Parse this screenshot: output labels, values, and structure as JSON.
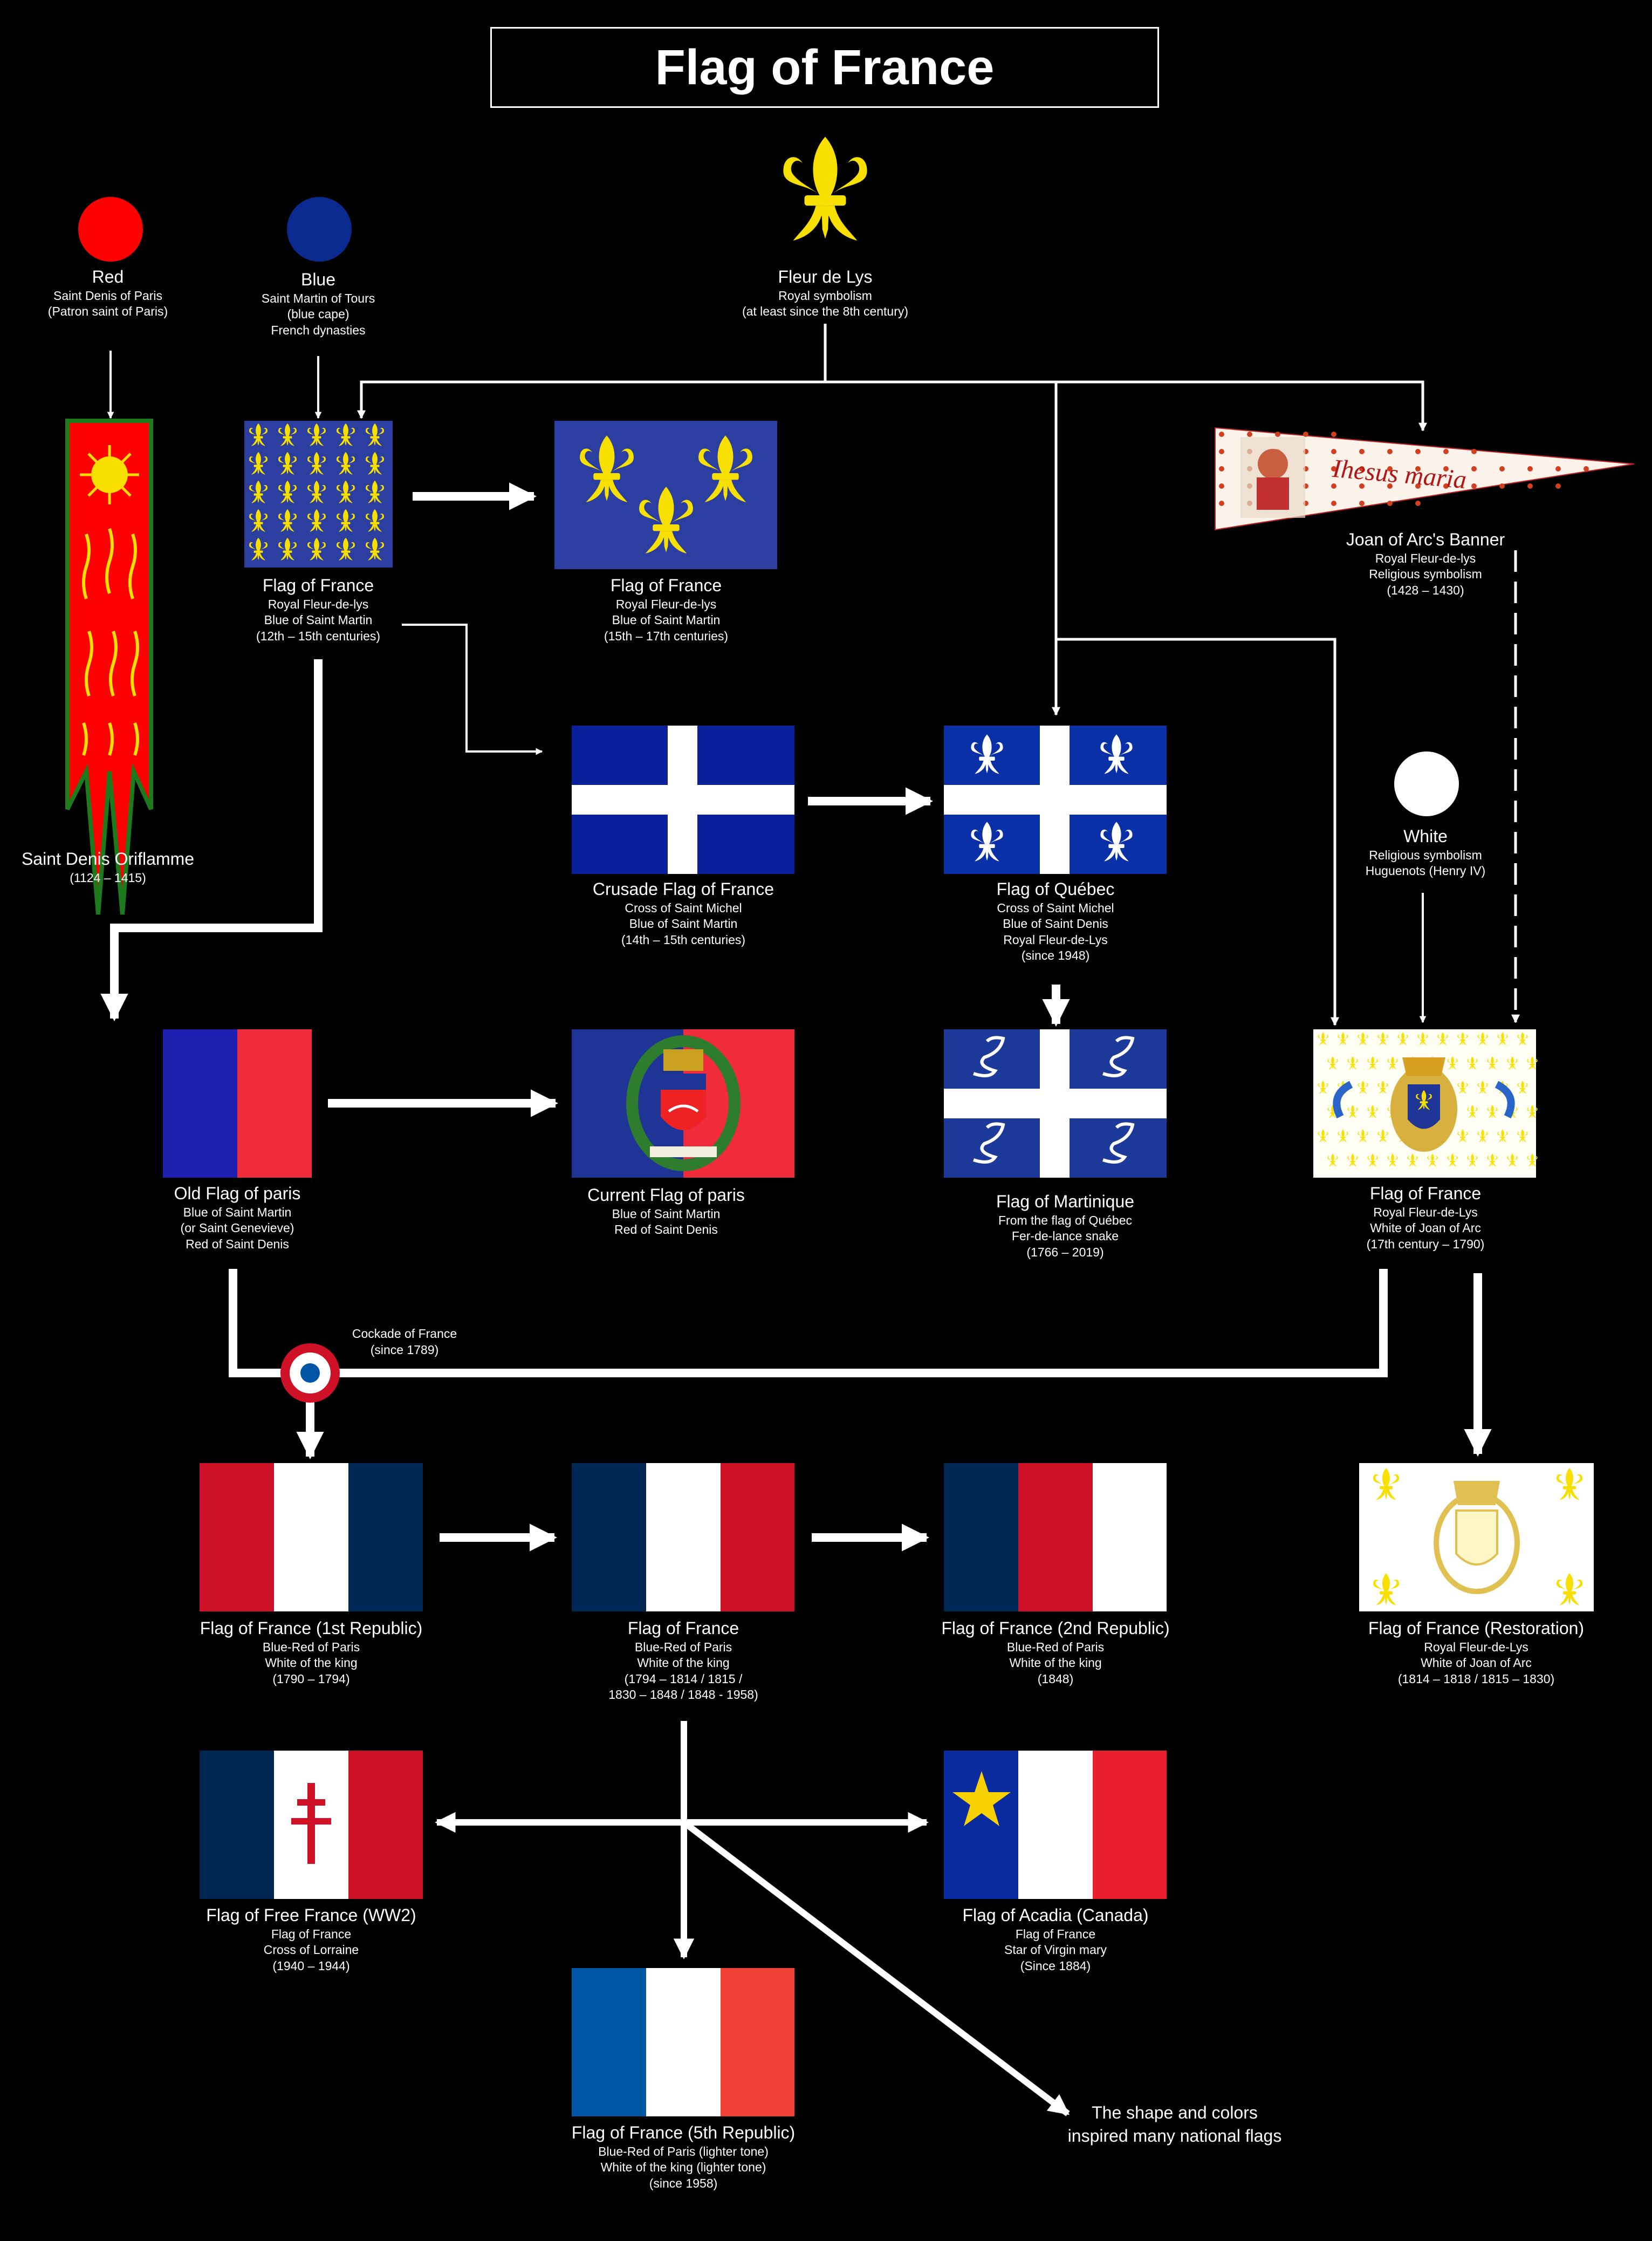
{
  "title": "Flag of France",
  "colors": {
    "background": "#000000",
    "french_blue": "#002654",
    "french_red": "#ce1126",
    "lighter_blue": "#0055a4",
    "lighter_red": "#ef4135",
    "royal_blue": "#2c3ea0",
    "paris_blue": "#1f3596",
    "quebec_blue": "#0a30a8",
    "gold": "#f7e000",
    "white": "#ffffff",
    "line": "#ffffff"
  },
  "nodes": {
    "red": {
      "name": "Red",
      "lines": [
        "Saint Denis of Paris",
        "(Patron saint of Paris)"
      ]
    },
    "blue": {
      "name": "Blue",
      "lines": [
        "Saint Martin of Tours",
        "(blue cape)",
        "French dynasties"
      ]
    },
    "fleur": {
      "name": "Fleur de Lys",
      "lines": [
        "Royal symbolism",
        "(at least since the 8th century)"
      ]
    },
    "oriflamme": {
      "name": "Saint Denis Oriflamme",
      "lines": [
        "(1124 – 1415)"
      ]
    },
    "france_semis": {
      "name": "Flag of France",
      "lines": [
        "Royal Fleur-de-lys",
        "Blue of Saint Martin",
        "(12th – 15th centuries)"
      ]
    },
    "france_three": {
      "name": "Flag of France",
      "lines": [
        "Royal Fleur-de-lys",
        "Blue of Saint Martin",
        "(15th – 17th centuries)"
      ]
    },
    "joan_banner": {
      "name": "Joan of Arc's Banner",
      "lines": [
        "Royal Fleur-de-lys",
        "Religious symbolism",
        "(1428 – 1430)"
      ]
    },
    "crusade": {
      "name": "Crusade Flag of France",
      "lines": [
        "Cross of Saint Michel",
        "Blue of Saint Martin",
        "(14th – 15th centuries)"
      ]
    },
    "quebec": {
      "name": "Flag of Québec",
      "lines": [
        "Cross of Saint Michel",
        "Blue of Saint Denis",
        "Royal Fleur-de-Lys",
        "(since 1948)"
      ]
    },
    "white": {
      "name": "White",
      "lines": [
        "Religious symbolism",
        "Huguenots (Henry IV)"
      ]
    },
    "old_paris": {
      "name": "Old Flag of paris",
      "lines": [
        "Blue of Saint Martin",
        "(or Saint Genevieve)",
        "Red of Saint Denis"
      ]
    },
    "current_paris": {
      "name": "Current Flag of paris",
      "lines": [
        "Blue of Saint Martin",
        "Red of Saint Denis"
      ]
    },
    "martinique": {
      "name": "Flag of Martinique",
      "lines": [
        "From the flag of Québec",
        "Fer-de-lance snake",
        "(1766 – 2019)"
      ]
    },
    "france_white": {
      "name": "Flag of France",
      "lines": [
        "Royal Fleur-de-Lys",
        "White of Joan of Arc",
        "(17th century – 1790)"
      ]
    },
    "cockade": {
      "lines": [
        "Cockade of France",
        "(since 1789)"
      ]
    },
    "first_republic": {
      "name": "Flag of France (1st Republic)",
      "lines": [
        "Blue-Red of Paris",
        "White of the king",
        "(1790 – 1794)"
      ]
    },
    "tricolore": {
      "name": "Flag of France",
      "lines": [
        "Blue-Red of Paris",
        "White of the king",
        "(1794 – 1814 / 1815 /",
        "1830 – 1848 / 1848 - 1958)"
      ]
    },
    "second_republic": {
      "name": "Flag of France (2nd Republic)",
      "lines": [
        "Blue-Red of Paris",
        "White of the king",
        "(1848)"
      ]
    },
    "restoration": {
      "name": "Flag of France (Restoration)",
      "lines": [
        "Royal Fleur-de-Lys",
        "White of Joan of Arc",
        "(1814 – 1818 / 1815 – 1830)"
      ]
    },
    "free_france": {
      "name": "Flag of Free France (WW2)",
      "lines": [
        "Flag of France",
        "Cross of Lorraine",
        "(1940 – 1944)"
      ]
    },
    "acadia": {
      "name": "Flag of Acadia (Canada)",
      "lines": [
        "Flag of France",
        "Star of Virgin mary",
        "(Since 1884)"
      ]
    },
    "fifth_republic": {
      "name": "Flag of France (5th Republic)",
      "lines": [
        "Blue-Red of Paris (lighter tone)",
        "White of the king (lighter tone)",
        "(since 1958)"
      ]
    },
    "inspired": {
      "lines": [
        "The shape and colors",
        "inspired many national flags"
      ]
    }
  },
  "banner_text": "Ihesus maria"
}
